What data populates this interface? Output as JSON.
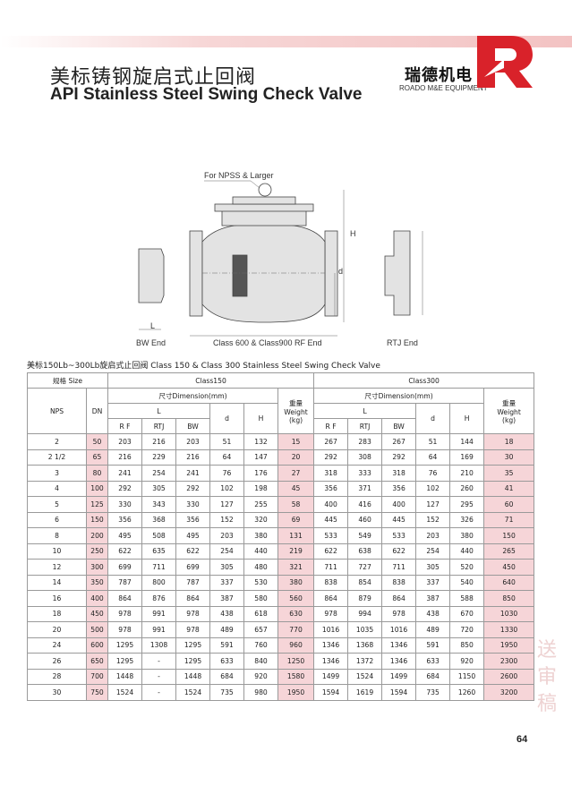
{
  "header": {
    "title_cn": "美标铸钢旋启式止回阀",
    "title_en": "API Stainless Steel Swing Check Valve",
    "brand_cn": "瑞德机电",
    "brand_en": "ROADO M&E EQUIPMENT",
    "brand_color": "#d9222a"
  },
  "drawing": {
    "note": "For NPSS & Larger",
    "caption_bw": "BW End",
    "caption_main": "Class 600 & Class900 RF End",
    "caption_rtj": "RTJ End",
    "dim_H": "H",
    "dim_d": "d",
    "dim_L": "L"
  },
  "table": {
    "title": "美标150Lb~300Lb旋启式止回阀 Class 150 & Class 300 Stainless Steel Swing Check Valve",
    "size_label": "规格 Size",
    "nps_label": "NPS",
    "dn_label": "DN",
    "class150": "Class150",
    "class300": "Class300",
    "dimension": "尺寸Dimension(mm)",
    "L": "L",
    "d": "d",
    "H": "H",
    "rf": "R F",
    "rtj": "RTJ",
    "bw": "BW",
    "weight_cn": "重量",
    "weight_en": "Weight",
    "weight_unit": "(kg)",
    "rows": [
      [
        "2",
        "50",
        "203",
        "216",
        "203",
        "51",
        "132",
        "15",
        "267",
        "283",
        "267",
        "51",
        "144",
        "18"
      ],
      [
        "2 1/2",
        "65",
        "216",
        "229",
        "216",
        "64",
        "147",
        "20",
        "292",
        "308",
        "292",
        "64",
        "169",
        "30"
      ],
      [
        "3",
        "80",
        "241",
        "254",
        "241",
        "76",
        "176",
        "27",
        "318",
        "333",
        "318",
        "76",
        "210",
        "35"
      ],
      [
        "4",
        "100",
        "292",
        "305",
        "292",
        "102",
        "198",
        "45",
        "356",
        "371",
        "356",
        "102",
        "260",
        "41"
      ],
      [
        "5",
        "125",
        "330",
        "343",
        "330",
        "127",
        "255",
        "58",
        "400",
        "416",
        "400",
        "127",
        "295",
        "60"
      ],
      [
        "6",
        "150",
        "356",
        "368",
        "356",
        "152",
        "320",
        "69",
        "445",
        "460",
        "445",
        "152",
        "326",
        "71"
      ],
      [
        "8",
        "200",
        "495",
        "508",
        "495",
        "203",
        "380",
        "131",
        "533",
        "549",
        "533",
        "203",
        "380",
        "150"
      ],
      [
        "10",
        "250",
        "622",
        "635",
        "622",
        "254",
        "440",
        "219",
        "622",
        "638",
        "622",
        "254",
        "440",
        "265"
      ],
      [
        "12",
        "300",
        "699",
        "711",
        "699",
        "305",
        "480",
        "321",
        "711",
        "727",
        "711",
        "305",
        "520",
        "450"
      ],
      [
        "14",
        "350",
        "787",
        "800",
        "787",
        "337",
        "530",
        "380",
        "838",
        "854",
        "838",
        "337",
        "540",
        "640"
      ],
      [
        "16",
        "400",
        "864",
        "876",
        "864",
        "387",
        "580",
        "560",
        "864",
        "879",
        "864",
        "387",
        "588",
        "850"
      ],
      [
        "18",
        "450",
        "978",
        "991",
        "978",
        "438",
        "618",
        "630",
        "978",
        "994",
        "978",
        "438",
        "670",
        "1030"
      ],
      [
        "20",
        "500",
        "978",
        "991",
        "978",
        "489",
        "657",
        "770",
        "1016",
        "1035",
        "1016",
        "489",
        "720",
        "1330"
      ],
      [
        "24",
        "600",
        "1295",
        "1308",
        "1295",
        "591",
        "760",
        "960",
        "1346",
        "1368",
        "1346",
        "591",
        "850",
        "1950"
      ],
      [
        "26",
        "650",
        "1295",
        "-",
        "1295",
        "633",
        "840",
        "1250",
        "1346",
        "1372",
        "1346",
        "633",
        "920",
        "2300"
      ],
      [
        "28",
        "700",
        "1448",
        "-",
        "1448",
        "684",
        "920",
        "1580",
        "1499",
        "1524",
        "1499",
        "684",
        "1150",
        "2600"
      ],
      [
        "30",
        "750",
        "1524",
        "-",
        "1524",
        "735",
        "980",
        "1950",
        "1594",
        "1619",
        "1594",
        "735",
        "1260",
        "3200"
      ]
    ]
  },
  "watermark": "送审稿",
  "page_number": "64"
}
